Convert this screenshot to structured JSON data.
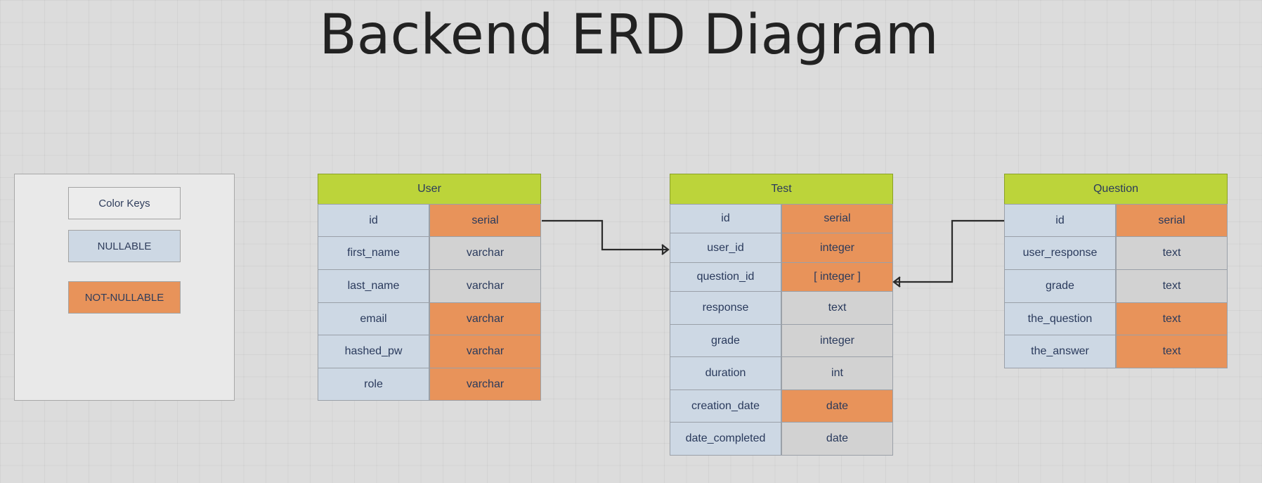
{
  "title": "Backend ERD Diagram",
  "legend": {
    "title": "Color Keys",
    "nullable": "NULLABLE",
    "not_nullable": "NOT-NULLABLE"
  },
  "colors": {
    "header": "#bcd43a",
    "name_cell": "#cdd8e4",
    "not_nullable": "#e8935a",
    "nullable_type": "#d2d2d2",
    "background": "#dcdcdc"
  },
  "tables": {
    "user": {
      "name": "User",
      "rows": [
        {
          "field": "id",
          "type": "serial",
          "nullable": false
        },
        {
          "field": "first_name",
          "type": "varchar",
          "nullable": true
        },
        {
          "field": "last_name",
          "type": "varchar",
          "nullable": true
        },
        {
          "field": "email",
          "type": "varchar",
          "nullable": false
        },
        {
          "field": "hashed_pw",
          "type": "varchar",
          "nullable": false
        },
        {
          "field": "role",
          "type": "varchar",
          "nullable": false
        }
      ]
    },
    "test": {
      "name": "Test",
      "rows": [
        {
          "field": "id",
          "type": "serial",
          "nullable": false
        },
        {
          "field": "user_id",
          "type": "integer",
          "nullable": false
        },
        {
          "field": "question_id",
          "type": "[ integer ]",
          "nullable": false
        },
        {
          "field": "response",
          "type": "text",
          "nullable": true
        },
        {
          "field": "grade",
          "type": "integer",
          "nullable": true
        },
        {
          "field": "duration",
          "type": "int",
          "nullable": true
        },
        {
          "field": "creation_date",
          "type": "date",
          "nullable": false
        },
        {
          "field": "date_completed",
          "type": "date",
          "nullable": true
        }
      ]
    },
    "question": {
      "name": "Question",
      "rows": [
        {
          "field": "id",
          "type": "serial",
          "nullable": false
        },
        {
          "field": "user_response",
          "type": "text",
          "nullable": true
        },
        {
          "field": "grade",
          "type": "text",
          "nullable": true
        },
        {
          "field": "the_question",
          "type": "text",
          "nullable": false
        },
        {
          "field": "the_answer",
          "type": "text",
          "nullable": false
        }
      ]
    }
  },
  "relationships": [
    {
      "from": "User.id",
      "to": "Test.user_id",
      "cardinality": "one-to-many"
    },
    {
      "from": "Question.id",
      "to": "Test.question_id",
      "cardinality": "one-to-many"
    }
  ]
}
